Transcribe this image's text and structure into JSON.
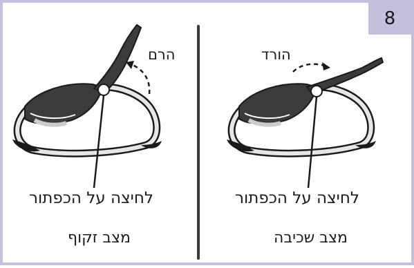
{
  "step_number": "8",
  "panels": {
    "left": {
      "arrow_label": "הרם",
      "press_label": "לחיצה על הכפתור",
      "position_label": "מצב זקוף",
      "action_icon": "upward-curved-arrow-icon"
    },
    "right": {
      "arrow_label": "הורד",
      "press_label": "לחיצה על הכפתור",
      "position_label": "מצב שכיבה",
      "action_icon": "downward-curved-arrow-icon"
    }
  },
  "colors": {
    "accent": "#c4bfdc",
    "dark_fabric": "#3b3b3b",
    "frame_outline": "#1a1a1a"
  }
}
